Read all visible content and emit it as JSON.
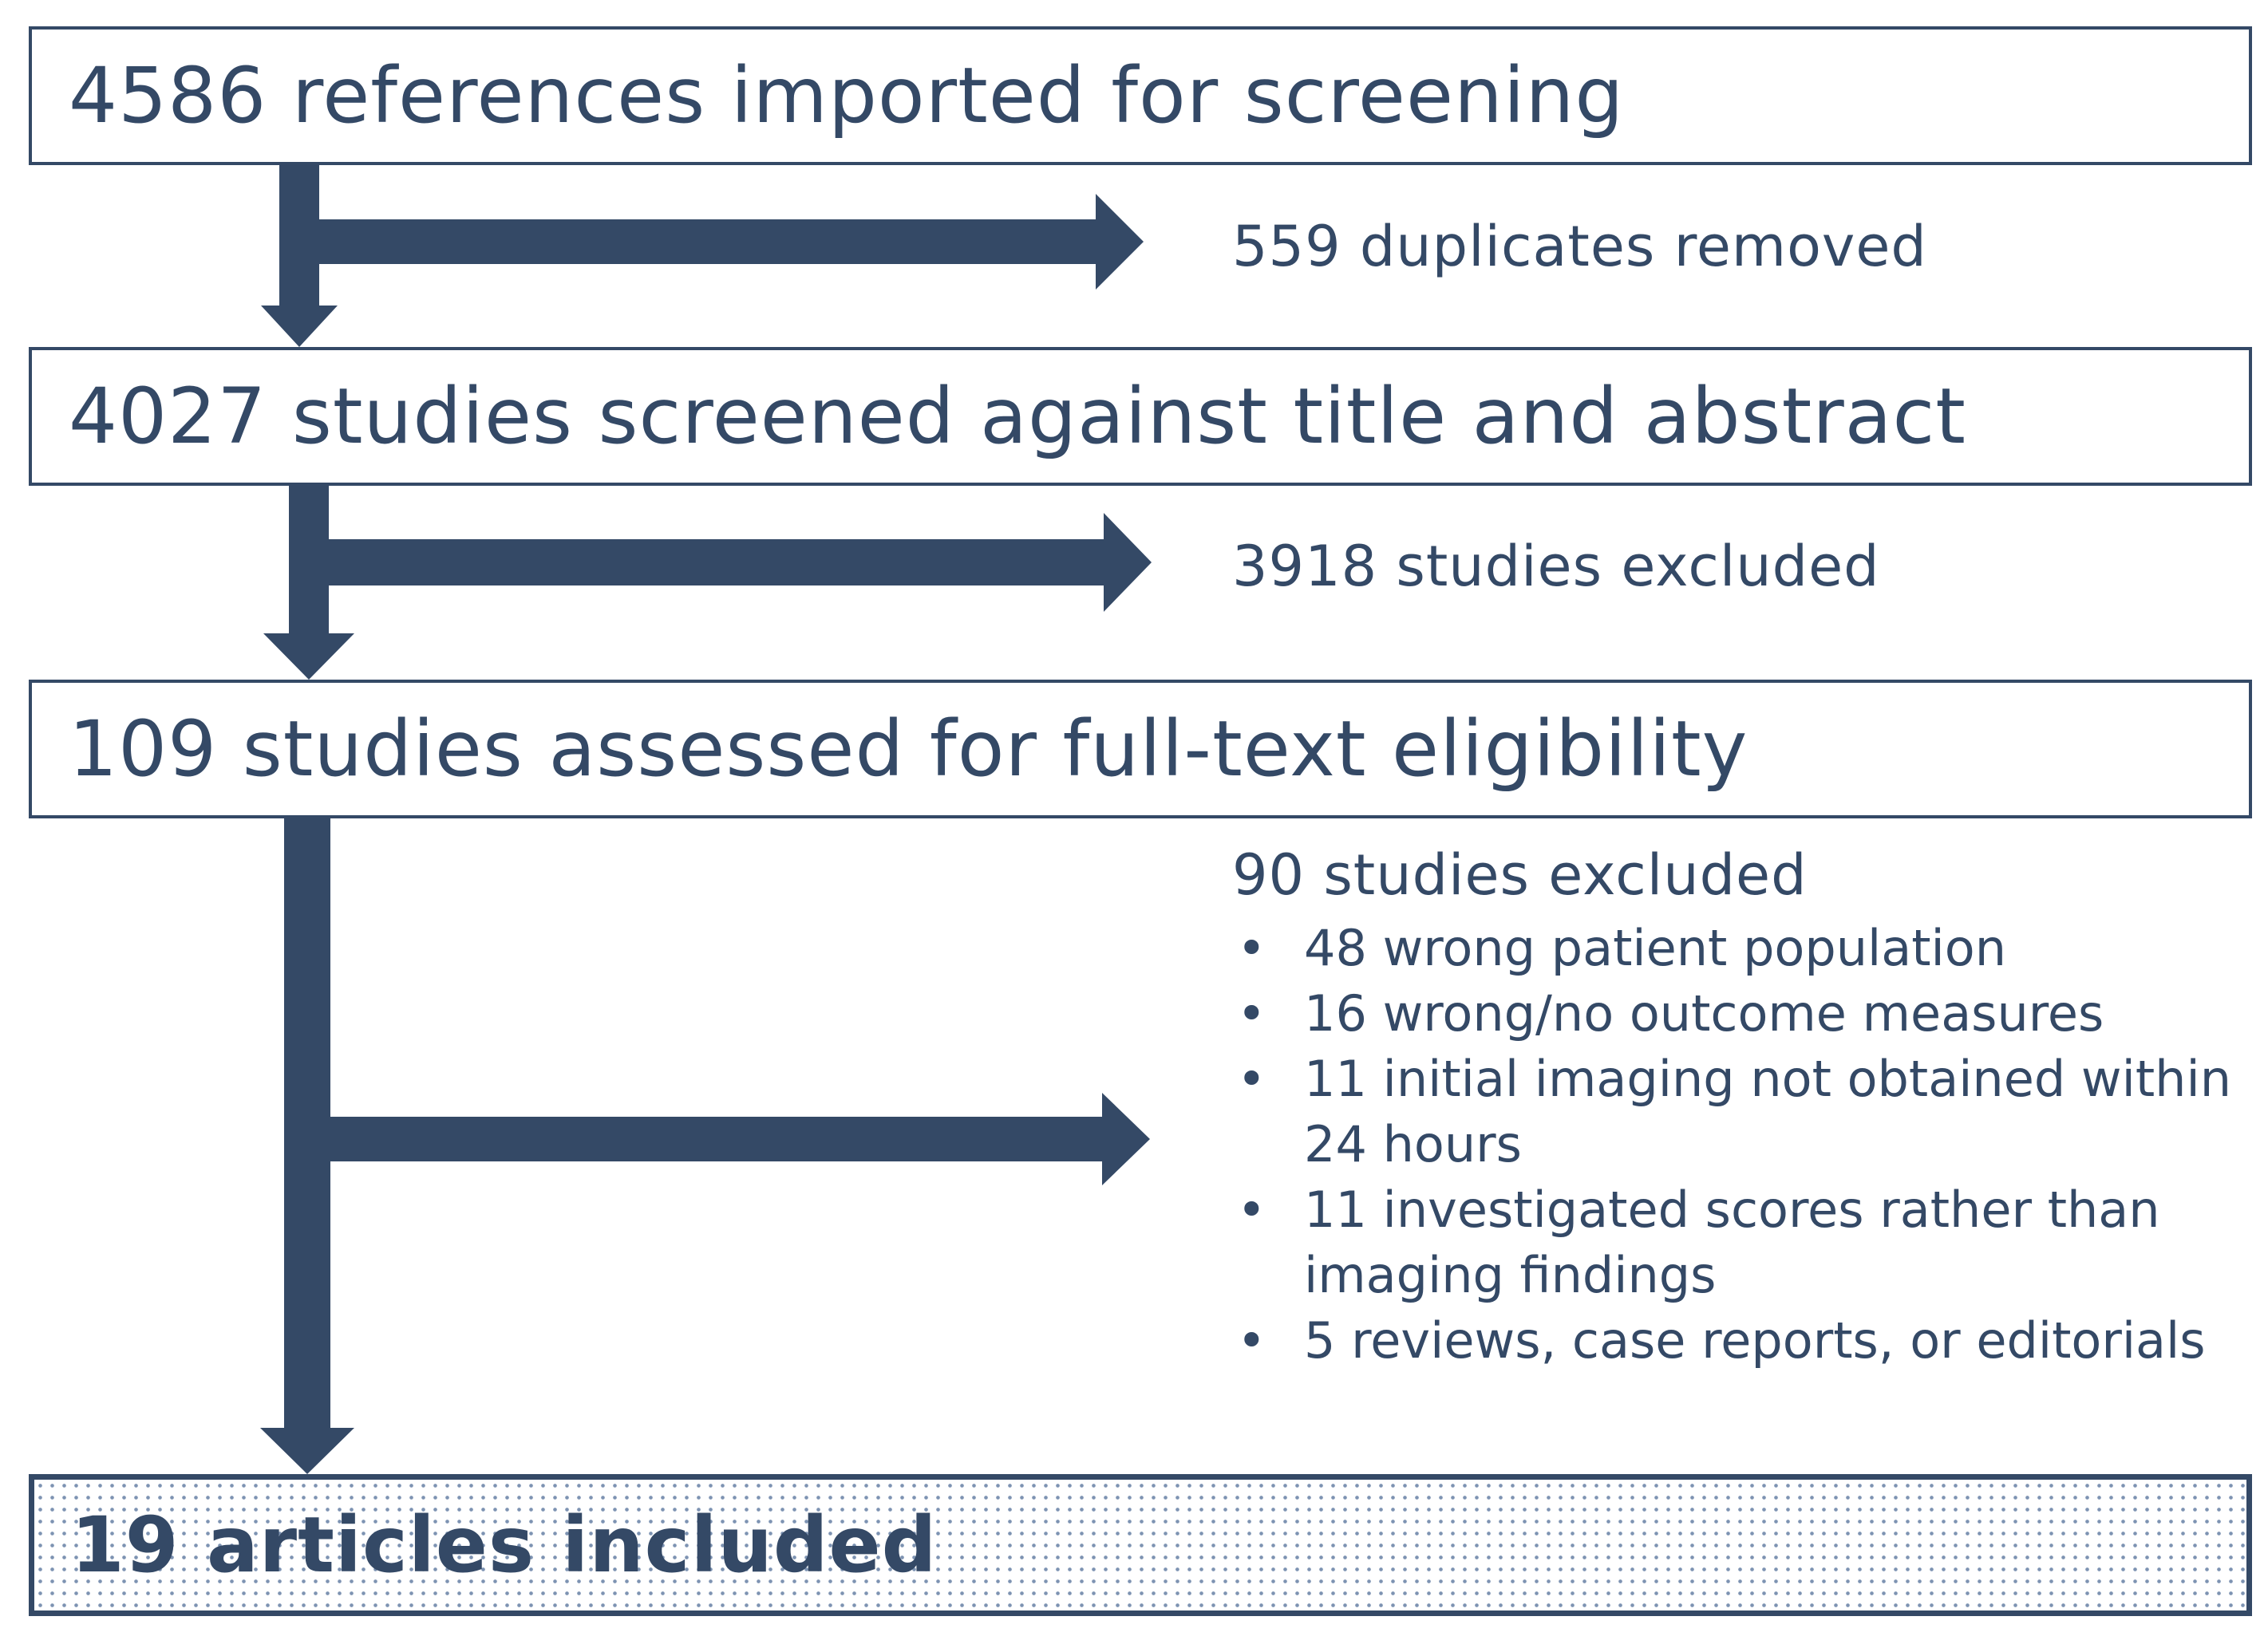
{
  "colors": {
    "primary": "#344966",
    "dots": "#7d93b2",
    "background": "#ffffff"
  },
  "stages": [
    {
      "label": "4586 references imported for screening"
    },
    {
      "label": "4027 studies screened against title and abstract"
    },
    {
      "label": "109 studies assessed for full-text eligibility"
    },
    {
      "label": "19 articles included"
    }
  ],
  "removals": [
    {
      "label": "559 duplicates removed"
    },
    {
      "label": "3918 studies excluded"
    }
  ],
  "full_text_exclusion": {
    "label": "90 studies excluded",
    "reasons": [
      {
        "text": "48 wrong patient population"
      },
      {
        "text": "16 wrong/no outcome measures"
      },
      {
        "text": "11 initial imaging not obtained within 24 hours"
      },
      {
        "text": "11 investigated scores rather than imaging findings"
      },
      {
        "text": "5 reviews, case reports, or editorials"
      }
    ],
    "bullet_symbol": "•"
  }
}
